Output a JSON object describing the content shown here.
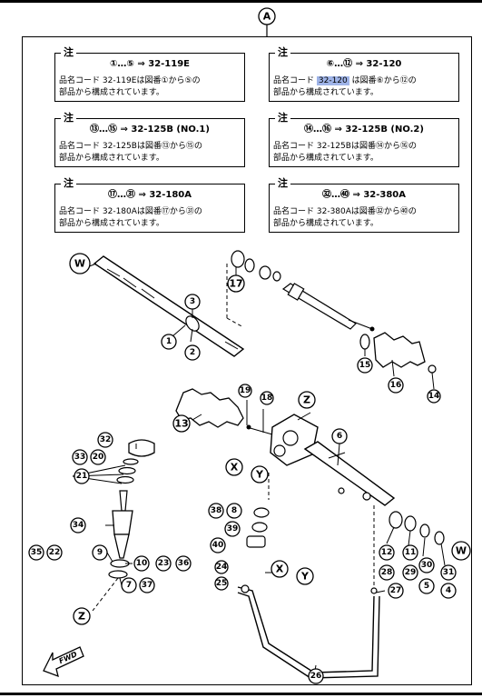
{
  "header_label": "A",
  "notes": [
    {
      "tag": "注",
      "head": "①…⑤ ⇒ 32-119E",
      "line1_pre": "品名コード ",
      "code": "32-119E",
      "line1_post": "は図番①から⑤の",
      "line2": "部品から構成されています。",
      "highlight": false
    },
    {
      "tag": "注",
      "head": "⑥…⑫ ⇒ 32-120",
      "line1_pre": "品名コード ",
      "code": "32-120",
      "line1_post": " は図番⑥から⑫の",
      "line2": "部品から構成されています。",
      "highlight": true
    },
    {
      "tag": "注",
      "head": "⑬…⑮ ⇒ 32-125B (NO.1)",
      "line1_pre": "品名コード ",
      "code": "32-125B",
      "line1_post": "は図番⑬から⑮の",
      "line2": "部品から構成されています。",
      "highlight": false
    },
    {
      "tag": "注",
      "head": "⑭…⑯ ⇒ 32-125B (NO.2)",
      "line1_pre": "品名コード ",
      "code": "32-125B",
      "line1_post": "は図番⑭から⑯の",
      "line2": "部品から構成されています。",
      "highlight": false
    },
    {
      "tag": "注",
      "head": "⑰…㉛ ⇒ 32-180A",
      "line1_pre": "品名コード ",
      "code": "32-180A",
      "line1_post": "は図番⑰から㉛の",
      "line2": "部品から構成されています。",
      "highlight": false
    },
    {
      "tag": "注",
      "head": "㉜…㊵ ⇒ 32-380A",
      "line1_pre": "品名コード ",
      "code": "32-380A",
      "line1_post": "は図番㉜から㊵の",
      "line2": "部品から構成されています。",
      "highlight": false
    }
  ],
  "callouts": {
    "w1": "W",
    "n1": "1",
    "n2": "2",
    "n3": "3",
    "n17": "17",
    "n15": "15",
    "n16": "16",
    "n14": "14",
    "n19": "19",
    "n18": "18",
    "z1": "Z",
    "n13": "13",
    "n6": "6",
    "x1": "X",
    "y1": "Y",
    "n32": "32",
    "n33": "33",
    "n20": "20",
    "n21": "21",
    "n34": "34",
    "n35": "35",
    "n22": "22",
    "n9": "9",
    "n10": "10",
    "n23": "23",
    "n36": "36",
    "n7": "7",
    "n37": "37",
    "z2": "Z",
    "n38": "38",
    "n8": "8",
    "n39": "39",
    "n40": "40",
    "n12": "12",
    "n28": "28",
    "n11": "11",
    "n29": "29",
    "n30": "30",
    "n5": "5",
    "w2": "W",
    "n31": "31",
    "n4": "4",
    "n24": "24",
    "n25": "25",
    "x2": "X",
    "y2": "Y",
    "n27": "27",
    "n26": "26"
  },
  "fwd_label": "FWD"
}
